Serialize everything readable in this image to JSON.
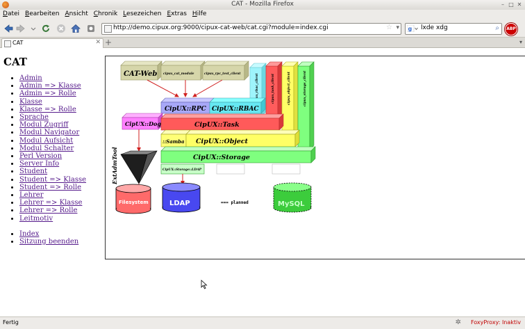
{
  "window": {
    "title": "CAT - Mozilla Firefox"
  },
  "menu": [
    {
      "mnemonic": "D",
      "rest": "atei"
    },
    {
      "mnemonic": "B",
      "rest": "earbeiten"
    },
    {
      "mnemonic": "A",
      "rest": "nsicht"
    },
    {
      "mnemonic": "C",
      "rest": "hronik"
    },
    {
      "mnemonic": "L",
      "rest": "esezeichen"
    },
    {
      "mnemonic": "E",
      "rest": "xtras"
    },
    {
      "mnemonic": "H",
      "rest": "ilfe"
    }
  ],
  "navigation": {
    "url": "http://demo.cipux.org:9000/cipux-cat-web/cat.cgi?module=index.cgi",
    "search_text": "lxde xdg",
    "adblock_label": "ABP"
  },
  "tab": {
    "label": "CAT"
  },
  "page": {
    "title": "CAT",
    "links": [
      "Admin",
      "Admin => Klasse",
      "Admin => Rolle",
      "Klasse",
      "Klasse => Rolle",
      "Sprache",
      "Modul Zugriff",
      "Modul Navigator",
      "Modul Aufsicht",
      "Modul Schalter",
      "Perl Version",
      "Server Info",
      "Student",
      "Student => Klasse",
      "Student => Rolle",
      "Lehrer",
      "Lehrer => Klasse",
      "Lehrer => Rolle",
      "Leitmotiv"
    ],
    "bottom_links": [
      "Index",
      "Sitzung beenden"
    ]
  },
  "diagram": {
    "cat_web": "CAT-Web",
    "cipux_cat_module": "cipux_cat_module",
    "cipux_rpc_test_client": "cipux_rpc_test_client",
    "cipux_rbac_client": "cipux_rbac_client",
    "cipux_task_client": "cipux_task_client",
    "cipux_object_client": "cipux_object_client",
    "cipux_storage_client": "cipux_storage_client",
    "rpc": "CipUX::RPC",
    "rbac": "CipUX::RBAC",
    "dog": "CipUX::Dog",
    "task": "CipUX::Task",
    "samba": "::Samba",
    "object": "CipUX::Object",
    "storage": "CipUX::Storage",
    "storage_ldap": "CipUX::Storage::LDAP",
    "extadmtool": "ExtAdmTool",
    "filesystem": "Filesystem",
    "ldap": "LDAP",
    "mysql": "MySQL",
    "planned": "=== planned"
  },
  "status": {
    "text": "Fertig",
    "proxy": "FoxyProxy: Inaktiv"
  }
}
